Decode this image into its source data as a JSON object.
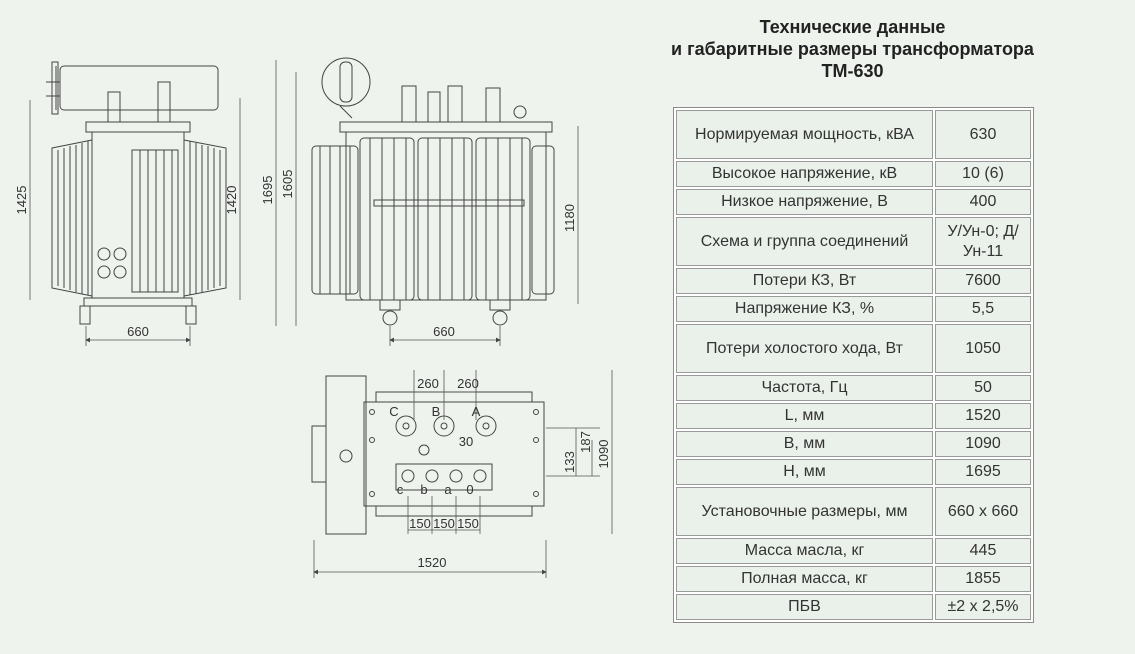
{
  "title": {
    "line1": "Технические данные",
    "line2": "и габаритные размеры трансформатора",
    "line3": "ТМ-630"
  },
  "specs": [
    {
      "label": "Нормируемая мощность, кВА",
      "value": "630",
      "tall": true
    },
    {
      "label": "Высокое напряжение, кВ",
      "value": "10 (6)",
      "tall": false
    },
    {
      "label": "Низкое напряжение, В",
      "value": "400",
      "tall": false
    },
    {
      "label": "Схема и группа соединений",
      "value": "У/Ун-0; Д/Ун-11",
      "tall": true
    },
    {
      "label": "Потери КЗ, Вт",
      "value": "7600",
      "tall": false
    },
    {
      "label": "Напряжение КЗ, %",
      "value": "5,5",
      "tall": false
    },
    {
      "label": "Потери холостого хода, Вт",
      "value": "1050",
      "tall": true
    },
    {
      "label": "Частота, Гц",
      "value": "50",
      "tall": false
    },
    {
      "label": "L, мм",
      "value": "1520",
      "tall": false
    },
    {
      "label": "B, мм",
      "value": "1090",
      "tall": false
    },
    {
      "label": "H, мм",
      "value": "1695",
      "tall": false
    },
    {
      "label": "Установочные размеры, мм",
      "value": "660 x 660",
      "tall": true
    },
    {
      "label": "Масса масла, кг",
      "value": "445",
      "tall": false
    },
    {
      "label": "Полная масса, кг",
      "value": "1855",
      "tall": false
    },
    {
      "label": "ПБВ",
      "value": "±2 x 2,5%",
      "tall": false
    }
  ],
  "dimensions": {
    "side_height_1": "1425",
    "side_height_2": "1420",
    "side_width": "660",
    "front_height_total": "1695",
    "front_height_body": "1605",
    "front_tank_height": "1180",
    "front_width": "660",
    "top_spacing_1": "260",
    "top_spacing_2": "260",
    "top_offset": "30",
    "top_dim_187": "187",
    "top_dim_133": "133",
    "top_depth": "1090",
    "lv_spacing_1": "150",
    "lv_spacing_2": "150",
    "lv_spacing_3": "150",
    "top_length": "1520"
  },
  "phases": {
    "hv_c": "C",
    "hv_b": "B",
    "hv_a": "A",
    "lv_c": "c",
    "lv_b": "b",
    "lv_a": "a",
    "lv_0": "0"
  }
}
